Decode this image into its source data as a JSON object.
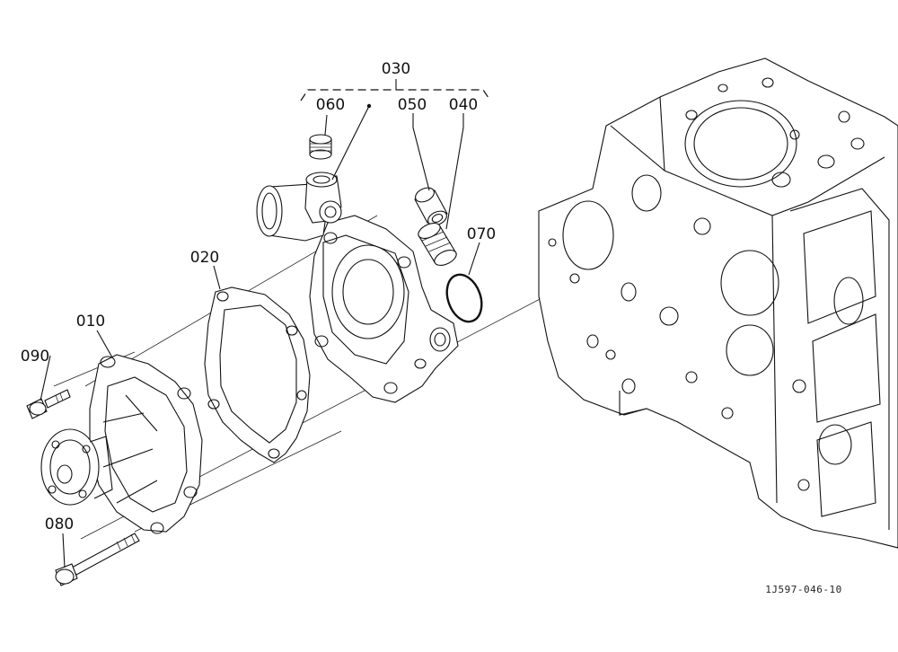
{
  "diagram": {
    "reference_code": "1J597-046-10",
    "callouts": [
      {
        "id": "callout-030",
        "label": "030"
      },
      {
        "id": "callout-060",
        "label": "060"
      },
      {
        "id": "callout-050",
        "label": "050"
      },
      {
        "id": "callout-040",
        "label": "040"
      },
      {
        "id": "callout-070",
        "label": "070"
      },
      {
        "id": "callout-020",
        "label": "020"
      },
      {
        "id": "callout-010",
        "label": "010"
      },
      {
        "id": "callout-090",
        "label": "090"
      },
      {
        "id": "callout-080",
        "label": "080"
      }
    ]
  }
}
